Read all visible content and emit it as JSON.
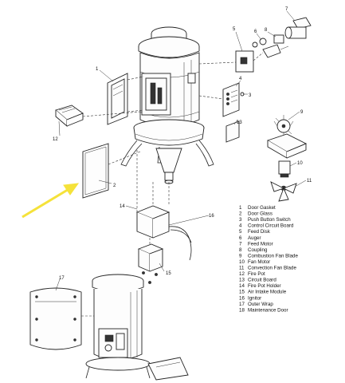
{
  "legend": [
    {
      "num": "1",
      "name": "Door Gasket"
    },
    {
      "num": "2",
      "name": "Door Glass"
    },
    {
      "num": "3",
      "name": "Push Button Switch"
    },
    {
      "num": "4",
      "name": "Control Circuit Board"
    },
    {
      "num": "5",
      "name": "Feed Disk"
    },
    {
      "num": "6",
      "name": "Auger"
    },
    {
      "num": "7",
      "name": "Feed Motor"
    },
    {
      "num": "8",
      "name": "Coupling"
    },
    {
      "num": "9",
      "name": "Combustion Fan Blade"
    },
    {
      "num": "10",
      "name": "Fan Motor"
    },
    {
      "num": "11",
      "name": "Convection Fan Blade"
    },
    {
      "num": "12",
      "name": "Fire Pot"
    },
    {
      "num": "13",
      "name": "Circuit Board"
    },
    {
      "num": "14",
      "name": "Fire Pot Holder"
    },
    {
      "num": "15",
      "name": "Air Intake Module"
    },
    {
      "num": "16",
      "name": "Ignitor"
    },
    {
      "num": "17",
      "name": "Outer Wrap"
    },
    {
      "num": "18",
      "name": "Maintenance Door"
    }
  ],
  "callouts": [
    "1",
    "2",
    "3",
    "4",
    "5",
    "6",
    "7",
    "8",
    "9",
    "10",
    "11",
    "12",
    "13",
    "14",
    "15",
    "16",
    "17"
  ],
  "colors": {
    "arrow": "#f5e23a",
    "line": "#222222"
  }
}
